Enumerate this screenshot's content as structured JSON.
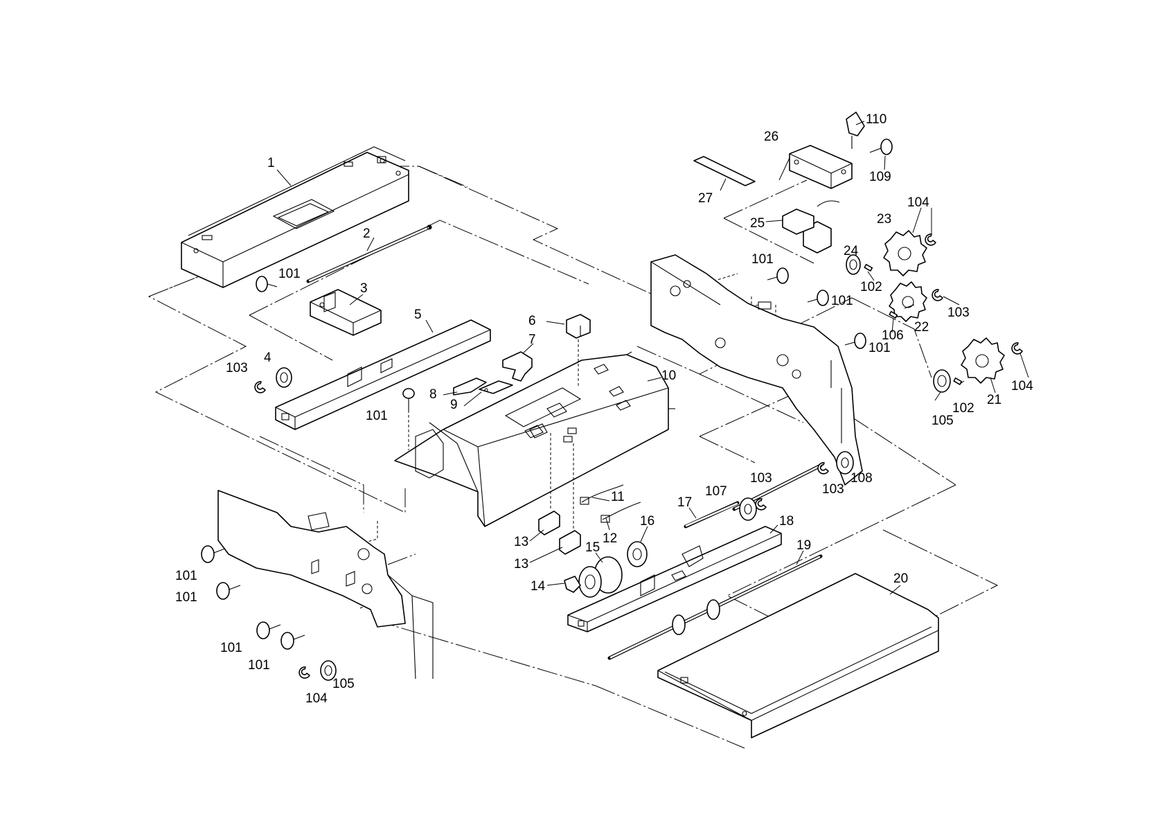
{
  "labels": {
    "p1": "1",
    "p2": "2",
    "p3": "3",
    "p4": "4",
    "p5": "5",
    "p6": "6",
    "p7": "7",
    "p8": "8",
    "p9": "9",
    "p10": "10",
    "p11": "11",
    "p12": "12",
    "p13a": "13",
    "p13b": "13",
    "p14": "14",
    "p15": "15",
    "p16": "16",
    "p17": "17",
    "p18": "18",
    "p19": "19",
    "p20": "20",
    "p21": "21",
    "p22": "22",
    "p23": "23",
    "p24": "24",
    "p25": "25",
    "p26": "26",
    "p27": "27",
    "s101a": "101",
    "s101b": "101",
    "s101c": "101",
    "s101d": "101",
    "s101e": "101",
    "s101f": "101",
    "s101g": "101",
    "s101h": "101",
    "s101i": "101",
    "s101j": "101",
    "s102a": "102",
    "s102b": "102",
    "s103a": "103",
    "s103b": "103",
    "s103c": "103",
    "s103d": "103",
    "s104a": "104",
    "s104b": "104",
    "s104c": "104",
    "s105a": "105",
    "s105b": "105",
    "s106": "106",
    "s107": "107",
    "s108": "108",
    "s109": "109",
    "s110": "110"
  },
  "colors": {
    "line": "#000000",
    "background": "#ffffff"
  }
}
